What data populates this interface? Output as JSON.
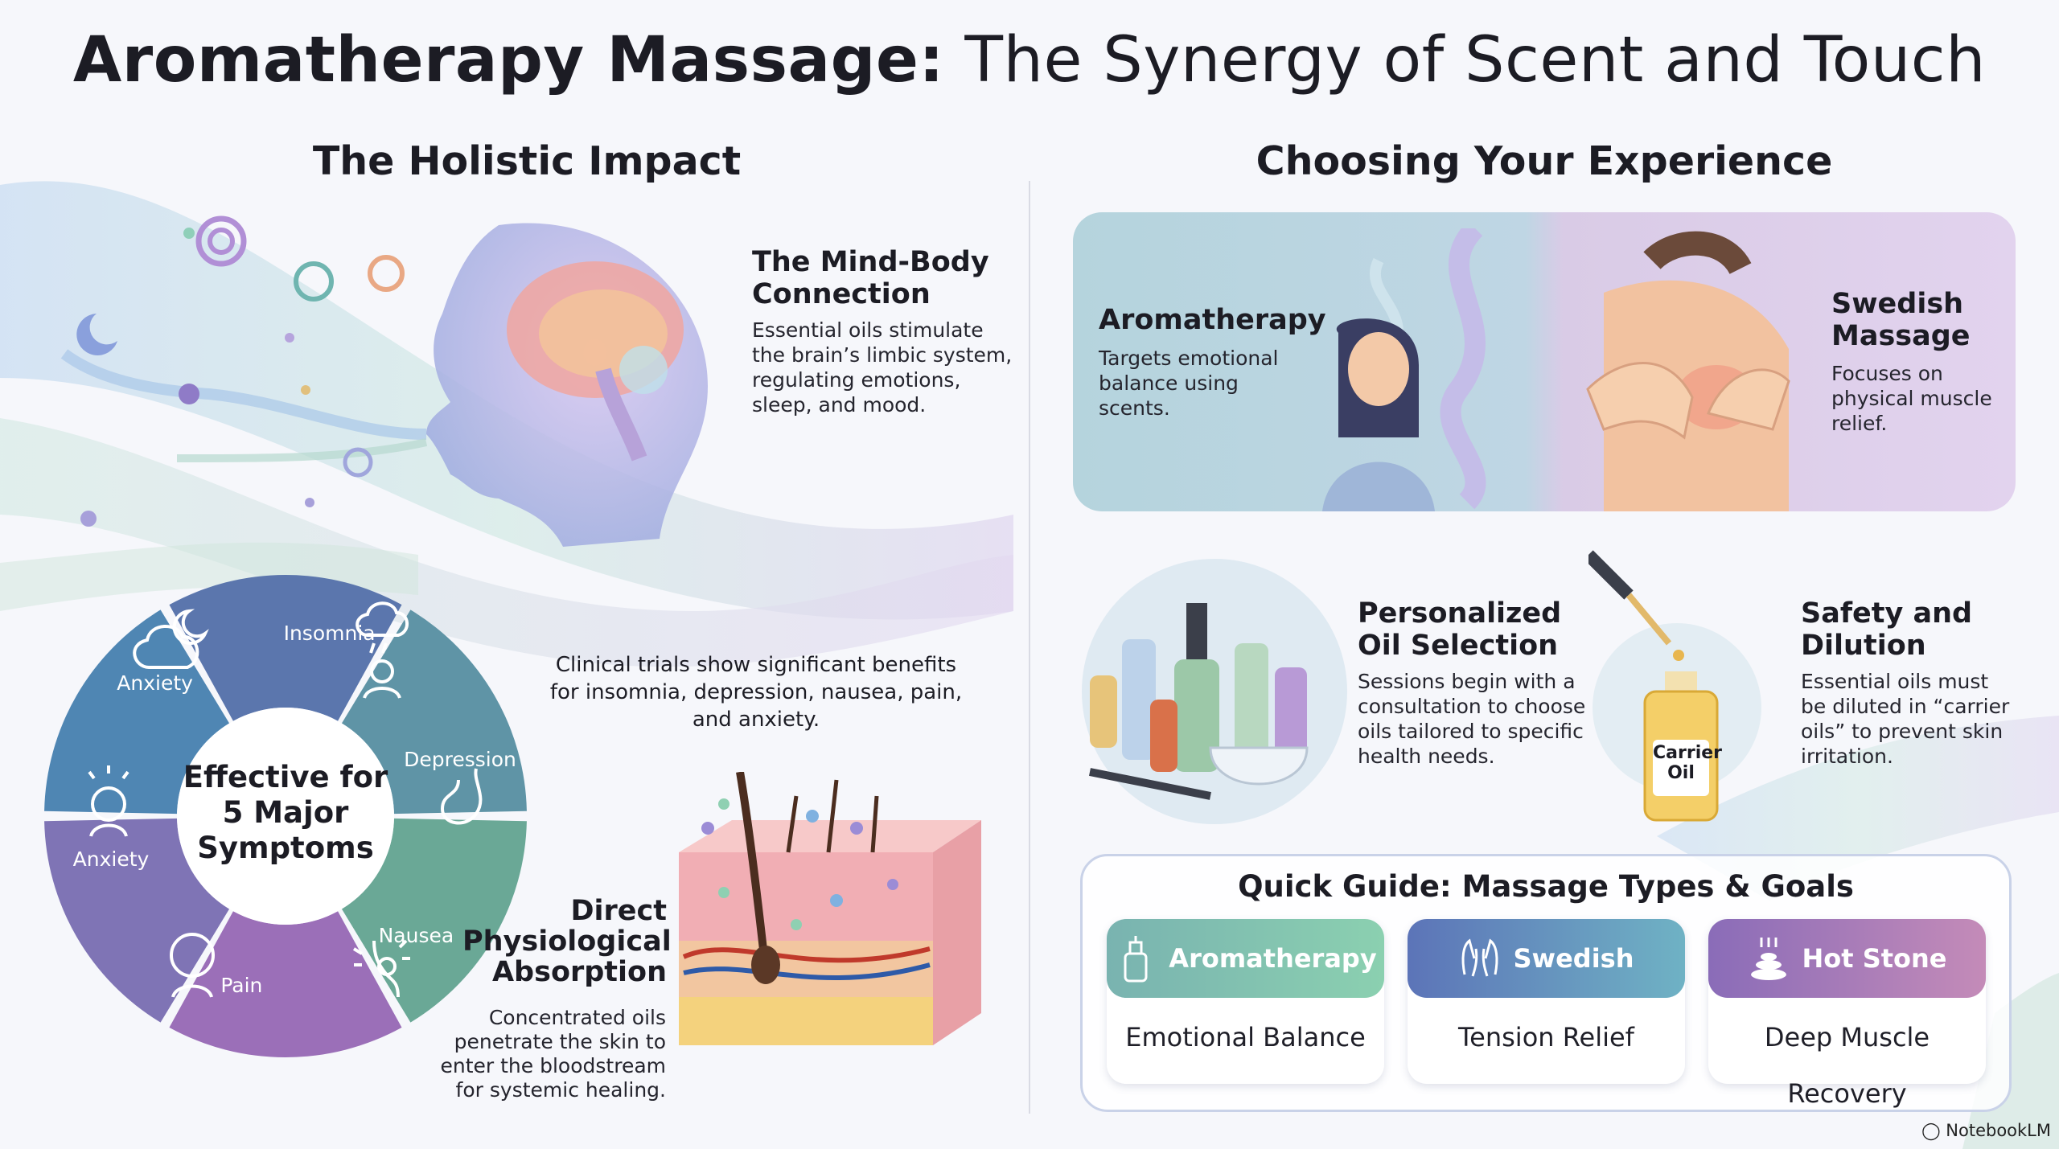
{
  "title": {
    "bold": "Aromatherapy Massage:",
    "rest": "The Synergy of Scent and Touch"
  },
  "left": {
    "heading": "The Holistic Impact",
    "mind_body": {
      "title": "The Mind-Body Connection",
      "text": "Essential oils stimulate the brain’s limbic system, regulating emotions, sleep, and mood."
    },
    "wheel": {
      "center": "Effective for 5 Major Symptoms",
      "segments": [
        "Insomnia",
        "Depression",
        "Nausea",
        "Pain",
        "Anxiety",
        "Anxiety"
      ],
      "colors": [
        "#5b76ad",
        "#5f94a6",
        "#6aa896",
        "#9b6fb8",
        "#7f74b5",
        "#4f86b3"
      ]
    },
    "clinical": "Clinical trials show significant benefits for insomnia, depression, nausea, pain, and anxiety.",
    "absorption": {
      "title": "Direct Physiological Absorption",
      "text": "Concentrated oils penetrate the skin to enter the bloodstream for systemic healing."
    }
  },
  "right": {
    "heading": "Choosing Your Experience",
    "aromatherapy": {
      "title": "Aromatherapy",
      "text": "Targets emotional balance using scents."
    },
    "swedish": {
      "title": "Swedish Massage",
      "text": "Focuses on physical muscle relief."
    },
    "personalized": {
      "title": "Personalized Oil Selection",
      "text": "Sessions begin with a consultation to choose oils tailored to specific health needs."
    },
    "safety": {
      "title": "Safety and Dilution",
      "text": "Essential oils must be diluted in “carrier oils” to prevent skin irritation.",
      "bottle_label": "Carrier Oil"
    },
    "guide": {
      "title": "Quick Guide: Massage Types & Goals",
      "items": [
        {
          "type": "Aromatherapy",
          "goal": "Emotional Balance",
          "icon": "oil-bottle-icon"
        },
        {
          "type": "Swedish",
          "goal": "Tension Relief",
          "icon": "hands-icon"
        },
        {
          "type": "Hot Stone",
          "goal": "Deep Muscle Recovery",
          "icon": "hot-stones-icon"
        }
      ]
    }
  },
  "brand": "NotebookLM"
}
